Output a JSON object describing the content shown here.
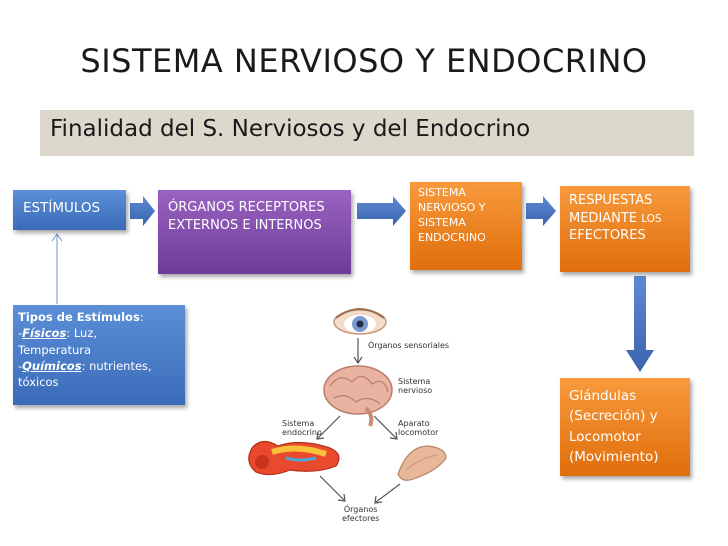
{
  "title": "SISTEMA NERVIOSO Y ENDOCRINO",
  "subtitle": "Finalidad del S. Nerviosos y del Endocrino",
  "boxes": {
    "estimulos": "ESTÍMULOS",
    "organos_line1": "ÓRGANOS RECEPTORES",
    "organos_line2": "EXTERNOS E INTERNOS",
    "sistema_line1": "SISTEMA",
    "sistema_line2": "NERVIOSO Y",
    "sistema_line3": "SISTEMA",
    "sistema_line4": "ENDOCRINO",
    "respuestas_line1": "RESPUESTAS",
    "respuestas_line2a": "MEDIANTE ",
    "respuestas_line2b": "LOS",
    "respuestas_line3": "EFECTORES",
    "glandulas_line1": "Glándulas",
    "glandulas_line2": "(Secreción) y",
    "glandulas_line3": "Locomotor",
    "glandulas_line4": "(Movimiento)"
  },
  "tipos": {
    "heading": "Tipos de Estímulos",
    "heading_colon": ":",
    "dash1": "-",
    "fisicos": "Físicos",
    "fisicos_text": ": Luz,",
    "temperatura": "Temperatura",
    "dash2": "-",
    "quimicos": "Químicos",
    "quimicos_text": ": nutrientes,",
    "toxicos": "tóxicos"
  },
  "illustration": {
    "organos_sensoriales": "Órganos sensoriales",
    "sistema_nervioso_1": "Sistema",
    "sistema_nervioso_2": "nervioso",
    "sistema_endocrino_1": "Sistema",
    "sistema_endocrino_2": "endocrino",
    "aparato_locomotor_1": "Aparato",
    "aparato_locomotor_2": "locomotor",
    "organos_efectores_1": "Órganos",
    "organos_efectores_2": "efectores"
  },
  "colors": {
    "blue": "#4a7cc7",
    "purple": "#7f4aa8",
    "orange": "#f07f1e",
    "green": "#74a236",
    "arrow": "#4a78c5"
  }
}
